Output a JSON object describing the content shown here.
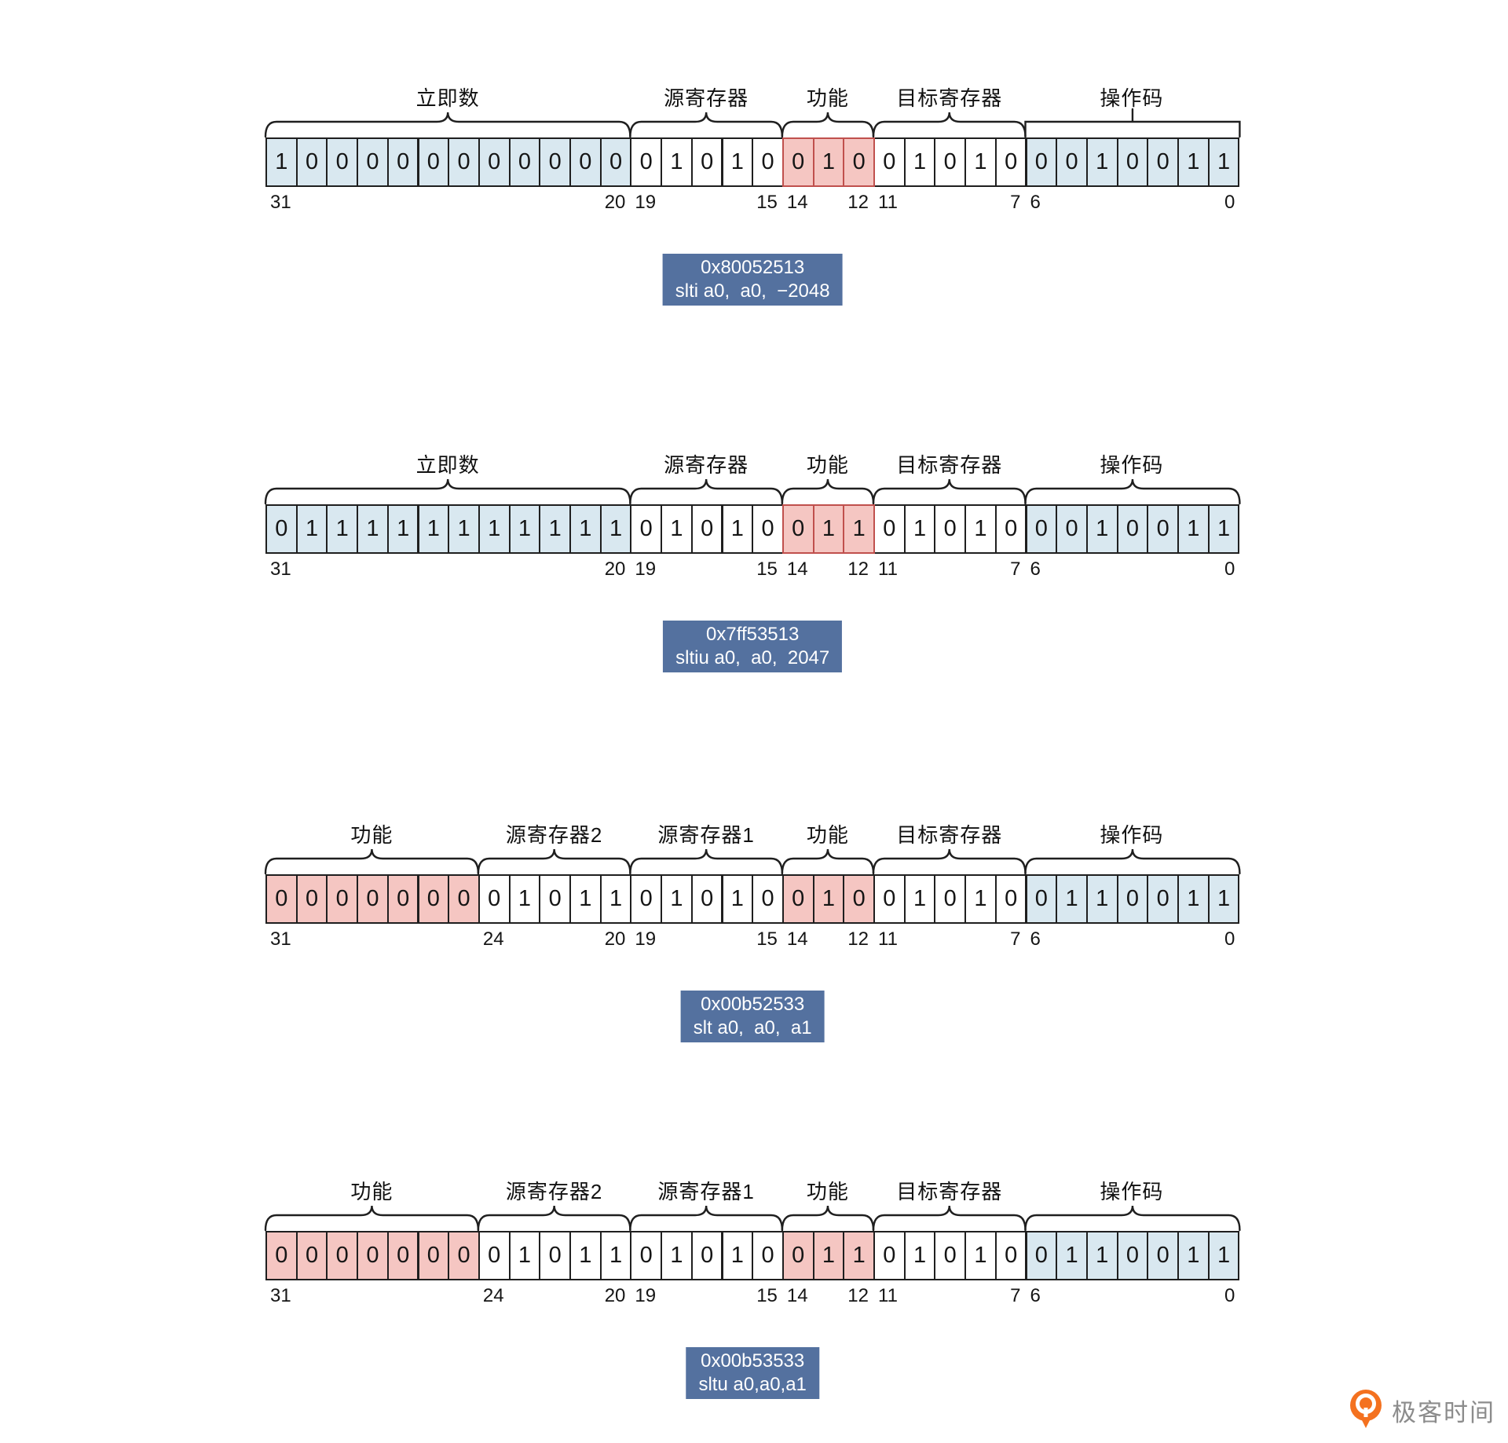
{
  "colors": {
    "cell_blue": "#d9e8f0",
    "cell_pink": "#f5c6c2",
    "cell_white": "#ffffff",
    "cell_border": "#1f1f1f",
    "highlight_border": "#c0504d",
    "box_bg": "#54719f",
    "box_text": "#ffffff",
    "logo_orange": "#f4711f",
    "brand_text_color": "#8c8c8c"
  },
  "diagrams": [
    {
      "name": "slti-i-type",
      "fields": [
        {
          "label": "立即数",
          "bits": "100000000000",
          "style": "blue",
          "connector": "brace"
        },
        {
          "label": "源寄存器",
          "bits": "01010",
          "style": "plain",
          "connector": "brace"
        },
        {
          "label": "功能",
          "bits": "010",
          "style": "pink-red",
          "connector": "brace"
        },
        {
          "label": "目标寄存器",
          "bits": "01010",
          "style": "plain",
          "connector": "brace"
        },
        {
          "label": "操作码",
          "bits": "0010011",
          "style": "blue",
          "connector": "line"
        }
      ],
      "bit_numbers": [
        {
          "t": "31",
          "cell": 0,
          "side": "left"
        },
        {
          "t": "20",
          "cell": 12,
          "side": "right"
        },
        {
          "t": "19",
          "cell": 12,
          "side": "left"
        },
        {
          "t": "15",
          "cell": 17,
          "side": "right"
        },
        {
          "t": "14",
          "cell": 17,
          "side": "left"
        },
        {
          "t": "12",
          "cell": 20,
          "side": "right"
        },
        {
          "t": "11",
          "cell": 20,
          "side": "left"
        },
        {
          "t": "7",
          "cell": 25,
          "side": "right"
        },
        {
          "t": "6",
          "cell": 25,
          "side": "left"
        },
        {
          "t": "0",
          "cell": 32,
          "side": "right"
        }
      ],
      "box": {
        "hex": "0x80052513",
        "asm": "slti a0,  a0,  −2048"
      }
    },
    {
      "name": "sltiu-i-type",
      "fields": [
        {
          "label": "立即数",
          "bits": "011111111111",
          "style": "blue",
          "connector": "brace"
        },
        {
          "label": "源寄存器",
          "bits": "01010",
          "style": "plain",
          "connector": "brace"
        },
        {
          "label": "功能",
          "bits": "011",
          "style": "pink-red",
          "connector": "brace"
        },
        {
          "label": "目标寄存器",
          "bits": "01010",
          "style": "plain",
          "connector": "brace"
        },
        {
          "label": "操作码",
          "bits": "0010011",
          "style": "blue",
          "connector": "brace"
        }
      ],
      "bit_numbers": [
        {
          "t": "31",
          "cell": 0,
          "side": "left"
        },
        {
          "t": "20",
          "cell": 12,
          "side": "right"
        },
        {
          "t": "19",
          "cell": 12,
          "side": "left"
        },
        {
          "t": "15",
          "cell": 17,
          "side": "right"
        },
        {
          "t": "14",
          "cell": 17,
          "side": "left"
        },
        {
          "t": "12",
          "cell": 20,
          "side": "right"
        },
        {
          "t": "11",
          "cell": 20,
          "side": "left"
        },
        {
          "t": "7",
          "cell": 25,
          "side": "right"
        },
        {
          "t": "6",
          "cell": 25,
          "side": "left"
        },
        {
          "t": "0",
          "cell": 32,
          "side": "right"
        }
      ],
      "box": {
        "hex": "0x7ff53513",
        "asm": "sltiu a0,  a0,  2047"
      }
    },
    {
      "name": "slt-r-type",
      "fields": [
        {
          "label": "功能",
          "bits": "0000000",
          "style": "pink",
          "connector": "brace"
        },
        {
          "label": "源寄存器2",
          "bits": "01011",
          "style": "plain",
          "connector": "brace"
        },
        {
          "label": "源寄存器1",
          "bits": "01010",
          "style": "plain",
          "connector": "brace"
        },
        {
          "label": "功能",
          "bits": "010",
          "style": "pink",
          "connector": "brace"
        },
        {
          "label": "目标寄存器",
          "bits": "01010",
          "style": "plain",
          "connector": "brace"
        },
        {
          "label": "操作码",
          "bits": "0110011",
          "style": "blue",
          "connector": "brace"
        }
      ],
      "bit_numbers": [
        {
          "t": "31",
          "cell": 0,
          "side": "left"
        },
        {
          "t": "24",
          "cell": 7,
          "side": "left"
        },
        {
          "t": "20",
          "cell": 12,
          "side": "right"
        },
        {
          "t": "19",
          "cell": 12,
          "side": "left"
        },
        {
          "t": "15",
          "cell": 17,
          "side": "right"
        },
        {
          "t": "14",
          "cell": 17,
          "side": "left"
        },
        {
          "t": "12",
          "cell": 20,
          "side": "right"
        },
        {
          "t": "11",
          "cell": 20,
          "side": "left"
        },
        {
          "t": "7",
          "cell": 25,
          "side": "right"
        },
        {
          "t": "6",
          "cell": 25,
          "side": "left"
        },
        {
          "t": "0",
          "cell": 32,
          "side": "right"
        }
      ],
      "box": {
        "hex": "0x00b52533",
        "asm": "slt a0,  a0,  a1"
      }
    },
    {
      "name": "sltu-r-type",
      "fields": [
        {
          "label": "功能",
          "bits": "0000000",
          "style": "pink",
          "connector": "brace"
        },
        {
          "label": "源寄存器2",
          "bits": "01011",
          "style": "plain",
          "connector": "brace"
        },
        {
          "label": "源寄存器1",
          "bits": "01010",
          "style": "plain",
          "connector": "brace"
        },
        {
          "label": "功能",
          "bits": "011",
          "style": "pink",
          "connector": "brace"
        },
        {
          "label": "目标寄存器",
          "bits": "01010",
          "style": "plain",
          "connector": "brace"
        },
        {
          "label": "操作码",
          "bits": "0110011",
          "style": "blue",
          "connector": "brace"
        }
      ],
      "bit_numbers": [
        {
          "t": "31",
          "cell": 0,
          "side": "left"
        },
        {
          "t": "24",
          "cell": 7,
          "side": "left"
        },
        {
          "t": "20",
          "cell": 12,
          "side": "right"
        },
        {
          "t": "19",
          "cell": 12,
          "side": "left"
        },
        {
          "t": "15",
          "cell": 17,
          "side": "right"
        },
        {
          "t": "14",
          "cell": 17,
          "side": "left"
        },
        {
          "t": "12",
          "cell": 20,
          "side": "right"
        },
        {
          "t": "11",
          "cell": 20,
          "side": "left"
        },
        {
          "t": "7",
          "cell": 25,
          "side": "right"
        },
        {
          "t": "6",
          "cell": 25,
          "side": "left"
        },
        {
          "t": "0",
          "cell": 32,
          "side": "right"
        }
      ],
      "box": {
        "hex": "0x00b53533",
        "asm": "sltu a0,a0,a1"
      }
    }
  ],
  "footer": {
    "brand": "极客时间"
  }
}
